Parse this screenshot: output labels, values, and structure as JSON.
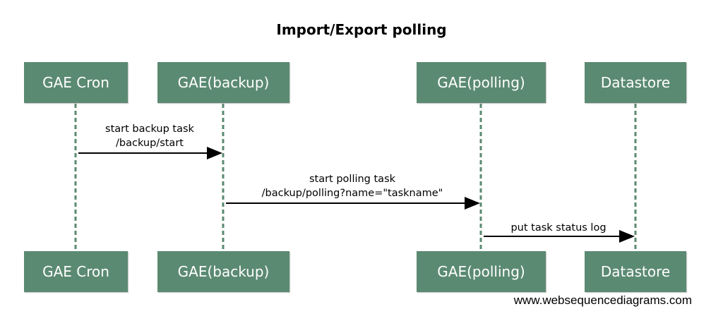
{
  "title": "Import/Export polling",
  "participants": [
    {
      "id": "cron",
      "label": "GAE Cron"
    },
    {
      "id": "backup",
      "label": "GAE(backup)"
    },
    {
      "id": "polling",
      "label": "GAE(polling)"
    },
    {
      "id": "datastore",
      "label": "Datastore"
    }
  ],
  "messages": [
    {
      "from": "cron",
      "to": "backup",
      "line1": "start backup task",
      "line2": "/backup/start"
    },
    {
      "from": "backup",
      "to": "polling",
      "line1": "start polling task",
      "line2": "/backup/polling?name=\"taskname\""
    },
    {
      "from": "polling",
      "to": "datastore",
      "line1": "put task status log",
      "line2": ""
    }
  ],
  "footer": "www.websequencediagrams.com",
  "colors": {
    "box": "#5b8a72",
    "lifeline": "#5b8a72",
    "arrow": "#000000"
  }
}
